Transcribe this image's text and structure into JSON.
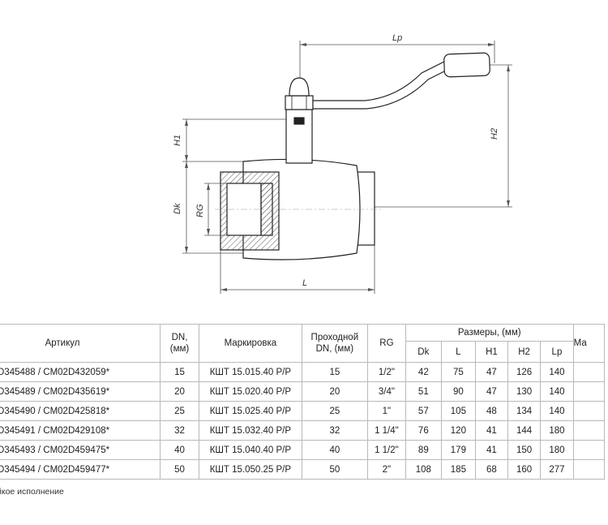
{
  "drawing": {
    "labels": {
      "lp": "Lp",
      "h2": "H2",
      "h1": "H1",
      "dk": "Dk",
      "rg": "RG",
      "l": "L"
    }
  },
  "table": {
    "headers": {
      "article": "Артикул",
      "dn": "DN,\n(мм)",
      "marking": "Маркировка",
      "pass_dn": "Проходной\nDN, (мм)",
      "rg": "RG",
      "sizes": "Размеры, (мм)",
      "ma": "Ма",
      "dk": "Dk",
      "l": "L",
      "h1": "H1",
      "h2": "H2",
      "lp": "Lp"
    },
    "rows": [
      {
        "article": "D345488 / CM02D432059*",
        "dn": "15",
        "marking": "КШТ 15.015.40 Р/Р",
        "pass": "15",
        "rg": "1/2\"",
        "dk": "42",
        "l": "75",
        "h1": "47",
        "h2": "126",
        "lp": "140"
      },
      {
        "article": "D345489 / CM02D435619*",
        "dn": "20",
        "marking": "КШТ 15.020.40 Р/Р",
        "pass": "20",
        "rg": "3/4\"",
        "dk": "51",
        "l": "90",
        "h1": "47",
        "h2": "130",
        "lp": "140"
      },
      {
        "article": "D345490 / CM02D425818*",
        "dn": "25",
        "marking": "КШТ 15.025.40 Р/Р",
        "pass": "25",
        "rg": "1\"",
        "dk": "57",
        "l": "105",
        "h1": "48",
        "h2": "134",
        "lp": "140"
      },
      {
        "article": "D345491 / CM02D429108*",
        "dn": "32",
        "marking": "КШТ 15.032.40 Р/Р",
        "pass": "32",
        "rg": "1 1/4\"",
        "dk": "76",
        "l": "120",
        "h1": "41",
        "h2": "144",
        "lp": "180"
      },
      {
        "article": "D345493 / CM02D459475*",
        "dn": "40",
        "marking": "КШТ 15.040.40 Р/Р",
        "pass": "40",
        "rg": "1 1/2\"",
        "dk": "89",
        "l": "179",
        "h1": "41",
        "h2": "150",
        "lp": "180"
      },
      {
        "article": "D345494 / CM02D459477*",
        "dn": "50",
        "marking": "КШТ 15.050.25 Р/Р",
        "pass": "50",
        "rg": "2\"",
        "dk": "108",
        "l": "185",
        "h1": "68",
        "h2": "160",
        "lp": "277"
      }
    ]
  },
  "footnote": "йкое исполнение"
}
